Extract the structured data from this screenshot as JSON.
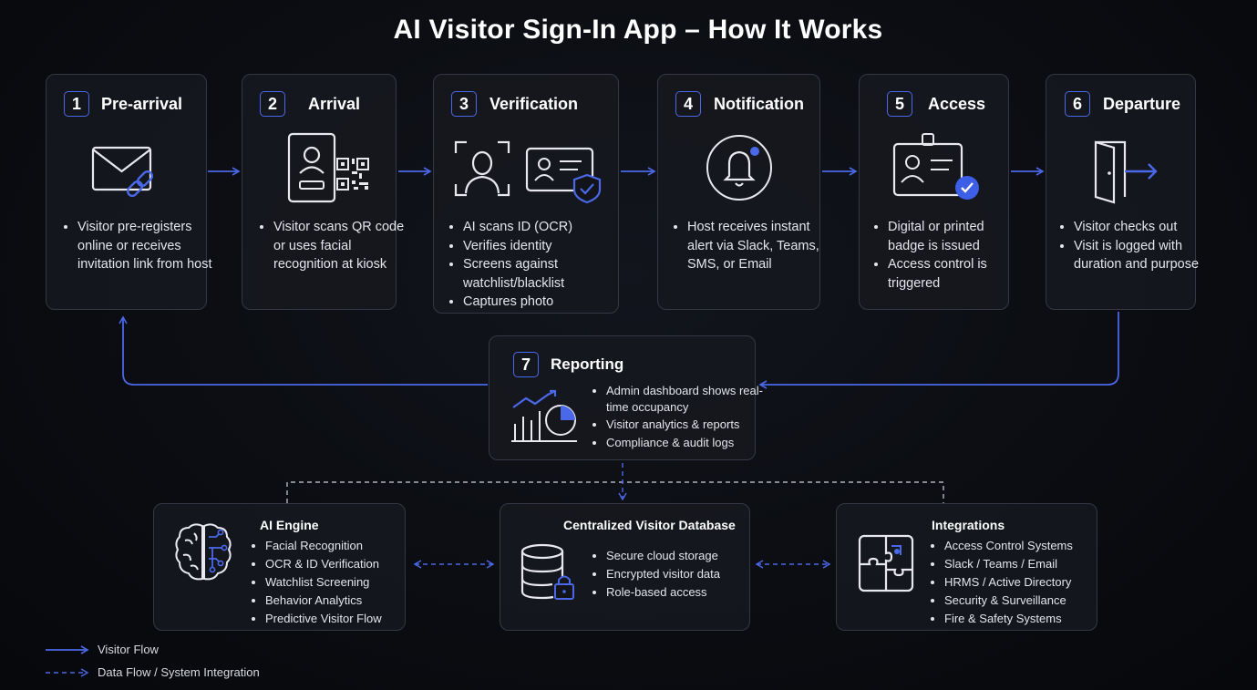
{
  "title": "AI Visitor Sign-In App – How It Works",
  "steps": [
    {
      "number": "1",
      "title": "Pre-arrival",
      "bullets": [
        "Visitor pre-registers online or receives invitation link from host"
      ]
    },
    {
      "number": "2",
      "title": "Arrival",
      "bullets": [
        "Visitor scans QR code or uses facial recognition at kiosk"
      ]
    },
    {
      "number": "3",
      "title": "Verification",
      "bullets": [
        "AI scans ID (OCR)",
        "Verifies identity",
        "Screens against watchlist/blacklist",
        "Captures photo"
      ]
    },
    {
      "number": "4",
      "title": "Notification",
      "bullets": [
        "Host receives instant alert via Slack, Teams, SMS, or Email"
      ]
    },
    {
      "number": "5",
      "title": "Access",
      "bullets": [
        "Digital or printed badge is issued",
        "Access control is triggered"
      ]
    },
    {
      "number": "6",
      "title": "Departure",
      "bullets": [
        "Visitor checks out",
        "Visit is logged with duration and purpose"
      ]
    }
  ],
  "reporting": {
    "number": "7",
    "title": "Reporting",
    "bullets": [
      "Admin dashboard shows real-time occupancy",
      "Visitor analytics & reports",
      "Compliance & audit logs"
    ]
  },
  "systems": {
    "ai_engine": {
      "title": "AI Engine",
      "bullets": [
        "Facial Recognition",
        "OCR & ID Verification",
        "Watchlist Screening",
        "Behavior Analytics",
        "Predictive Visitor Flow"
      ]
    },
    "database": {
      "title": "Centralized Visitor Database",
      "bullets": [
        "Secure cloud storage",
        "Encrypted visitor data",
        "Role-based access"
      ]
    },
    "integrations": {
      "title": "Integrations",
      "bullets": [
        "Access Control Systems",
        "Slack / Teams / Email",
        "HRMS / Active Directory",
        "Security & Surveillance",
        "Fire & Safety Systems"
      ]
    }
  },
  "legend": {
    "visitor_flow": "Visitor Flow",
    "data_flow": "Data Flow / System Integration"
  },
  "colors": {
    "accent": "#4a68e8",
    "card_border": "#343844",
    "background": "#0b0d12",
    "dashed": "#cfd3dc"
  },
  "icons": [
    "envelope-link-icon",
    "id-card-qr-icon",
    "face-scan-icon",
    "id-shield-icon",
    "bell-icon",
    "badge-check-icon",
    "door-exit-icon",
    "analytics-chart-icon",
    "brain-circuit-icon",
    "database-lock-icon",
    "puzzle-icon"
  ]
}
